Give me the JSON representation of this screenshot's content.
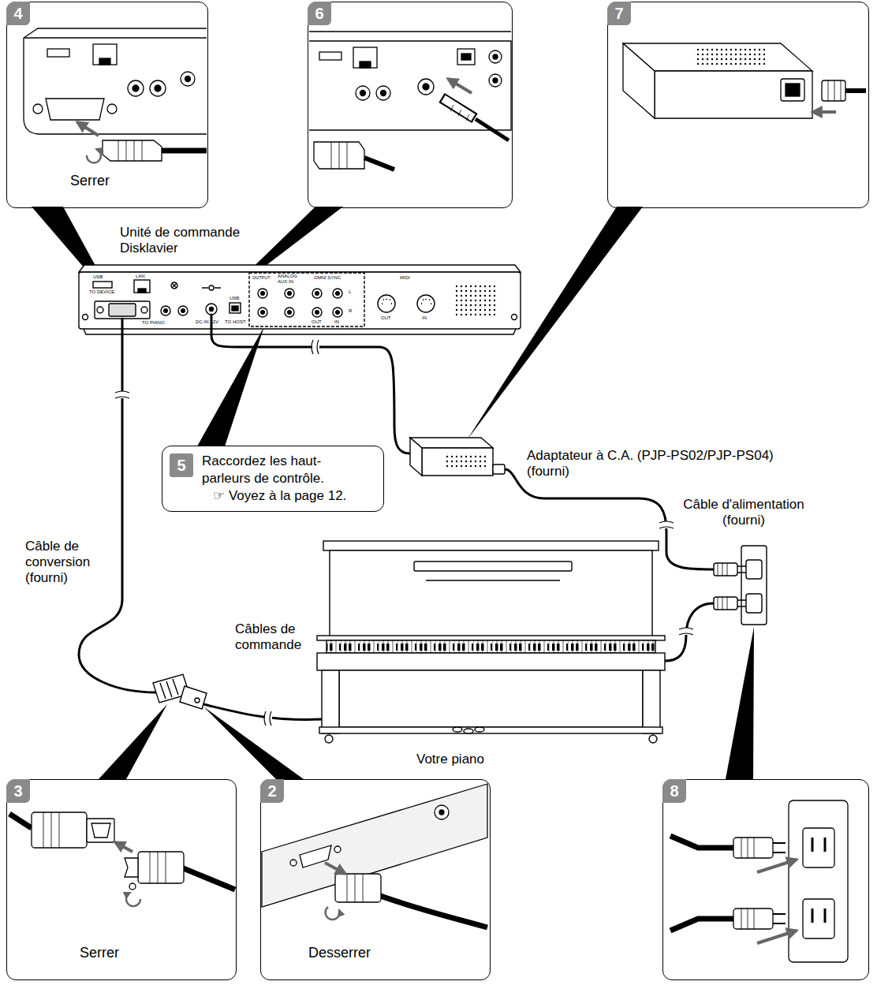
{
  "diagram": {
    "nodes": [
      {
        "text": [
          "4",
          "Serrer"
        ]
      },
      {
        "text": [
          "6"
        ]
      },
      {
        "text": [
          "7"
        ]
      },
      {
        "text": [
          "5",
          "Raccordez les haut-parleurs de contrôle.",
          "☞ Voyez à la page 12."
        ]
      },
      {
        "text": [
          "3",
          "Serrer"
        ]
      },
      {
        "text": [
          "2",
          "Desserrer"
        ]
      },
      {
        "text": [
          "8"
        ]
      }
    ],
    "labels": [
      "Unité de commande Disklavier",
      "Adaptateur à C.A. (PJP-PS02/PJP-PS04) (fourni)",
      "Câble d'alimentation (fourni)",
      "Câble de conversion (fourni)",
      "Câbles de commande",
      "Votre piano",
      "USB",
      "TO DEVICE",
      "LAN",
      "TO PIANO",
      "DC-IN 12V",
      "USB",
      "TO HOST",
      "OUTPUT",
      "ANALOG AUX IN",
      "OMNI SYNC",
      "L",
      "R",
      "OUT",
      "IN",
      "MIDI",
      "OUT",
      "IN"
    ]
  }
}
